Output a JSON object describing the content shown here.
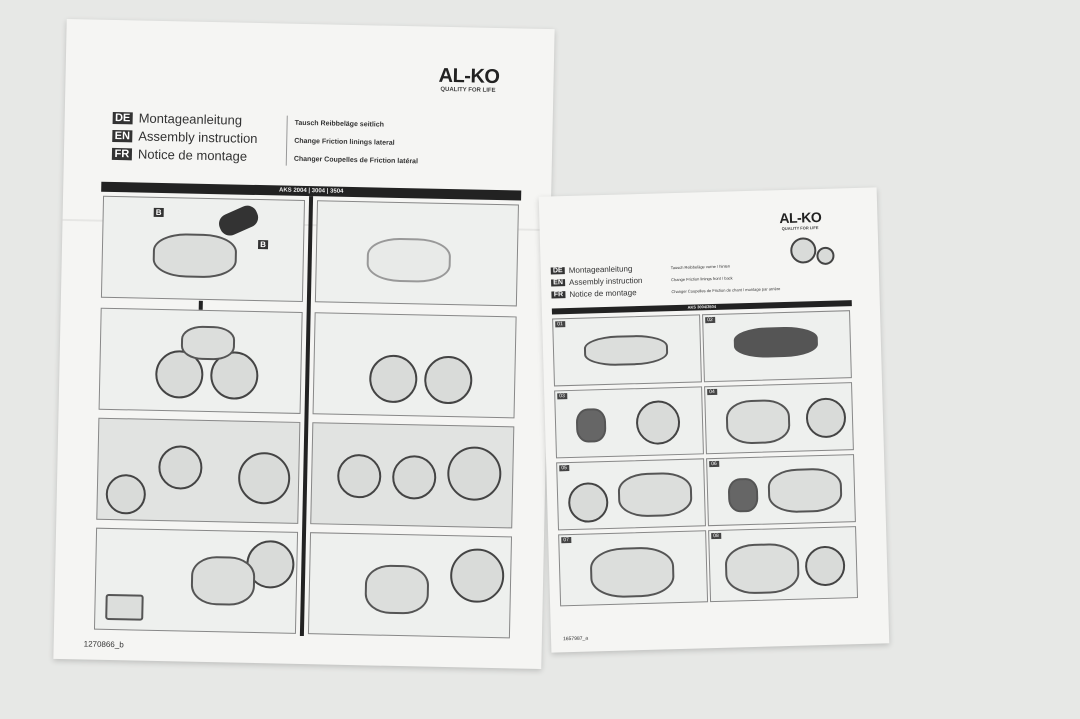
{
  "large_sheet": {
    "brand": "AL-KO",
    "tagline": "QUALITY FOR LIFE",
    "languages": [
      {
        "code": "DE",
        "text": "Montageanleitung"
      },
      {
        "code": "EN",
        "text": "Assembly instruction"
      },
      {
        "code": "FR",
        "text": "Notice de montage"
      }
    ],
    "subtitles": [
      "Tausch Reibbeläge seitlich",
      "Change Friction linings lateral",
      "Changer Coupelles de Friction latéral"
    ],
    "model_bar": "AKS 2004 | 3004 | 3504",
    "footer": "1270866_b",
    "callout_labels": [
      "B",
      "B"
    ]
  },
  "small_sheet": {
    "brand": "AL-KO",
    "tagline": "QUALITY FOR LIFE",
    "languages": [
      {
        "code": "DE",
        "text": "Montageanleitung"
      },
      {
        "code": "EN",
        "text": "Assembly instruction"
      },
      {
        "code": "FR",
        "text": "Notice de montage"
      }
    ],
    "subtitles": [
      "Tausch Reibbeläge vorne / hinten",
      "Change Friction linings front / back",
      "Changer Coupelles de Friction de chant / montage par arrière"
    ],
    "model_bar": "AKS 3004/3504",
    "footer": "1657987_a",
    "step_labels": [
      "01",
      "02",
      "03",
      "04",
      "05",
      "06",
      "07",
      "08"
    ]
  }
}
